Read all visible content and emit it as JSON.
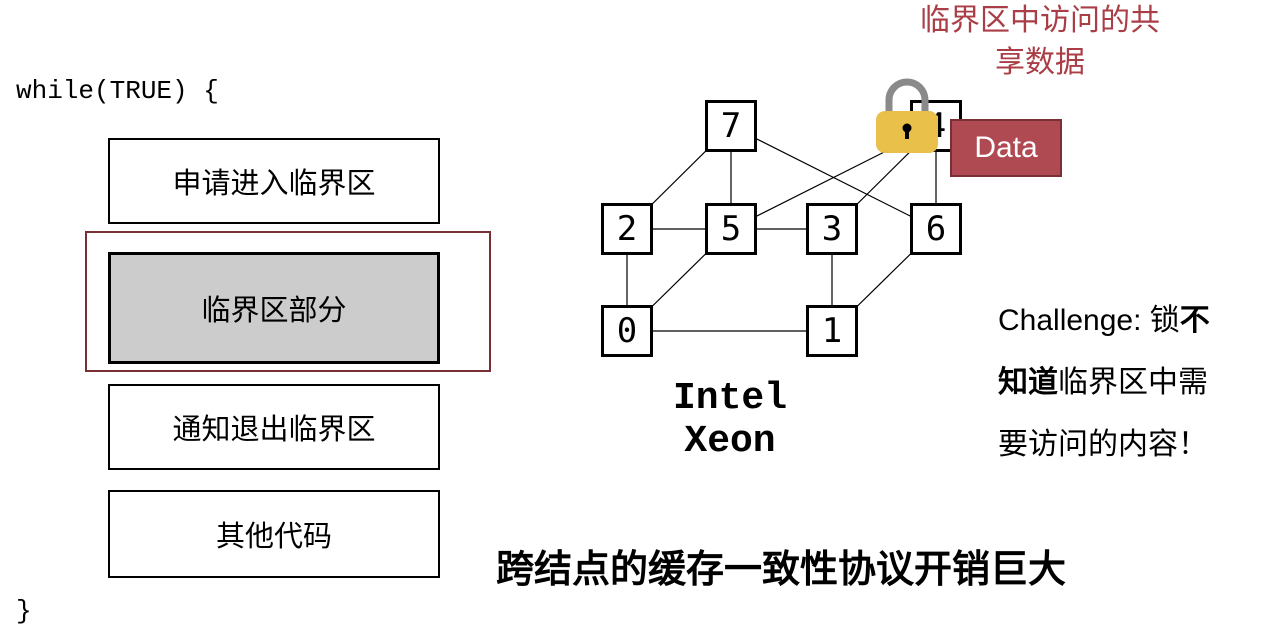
{
  "code": {
    "open": "while(TRUE) {",
    "close": "}"
  },
  "steps": [
    {
      "label": "申请进入临界区"
    },
    {
      "label": "临界区部分"
    },
    {
      "label": "通知退出临界区"
    },
    {
      "label": "其他代码"
    }
  ],
  "topology": {
    "nodes": [
      "0",
      "1",
      "2",
      "3",
      "4",
      "5",
      "6",
      "7"
    ],
    "edges": [
      [
        "7",
        "2"
      ],
      [
        "7",
        "5"
      ],
      [
        "7",
        "6"
      ],
      [
        "2",
        "5"
      ],
      [
        "5",
        "3"
      ],
      [
        "2",
        "0"
      ],
      [
        "0",
        "5"
      ],
      [
        "0",
        "1"
      ],
      [
        "3",
        "1"
      ],
      [
        "1",
        "6"
      ],
      [
        "5",
        "4"
      ],
      [
        "3",
        "4"
      ],
      [
        "6",
        "4"
      ]
    ]
  },
  "cpu_label": [
    "Intel",
    "Xeon"
  ],
  "shared_data_label": [
    "临界区中访问的共",
    "享数据"
  ],
  "data_badge": "Data",
  "challenge": {
    "line1_prefix": "Challenge: 锁",
    "line1_bold": "不",
    "line2_bold": "知道",
    "line2_rest": "临界区中需",
    "line3": "要访问的内容！"
  },
  "bottom_title": "跨结点的缓存一致性协议开销巨大",
  "colors": {
    "accent": "#a93e46",
    "badge": "#b04a52",
    "shaded": "#cccccc",
    "lock_body": "#e8c04a",
    "lock_shackle": "#8a8a8a"
  }
}
